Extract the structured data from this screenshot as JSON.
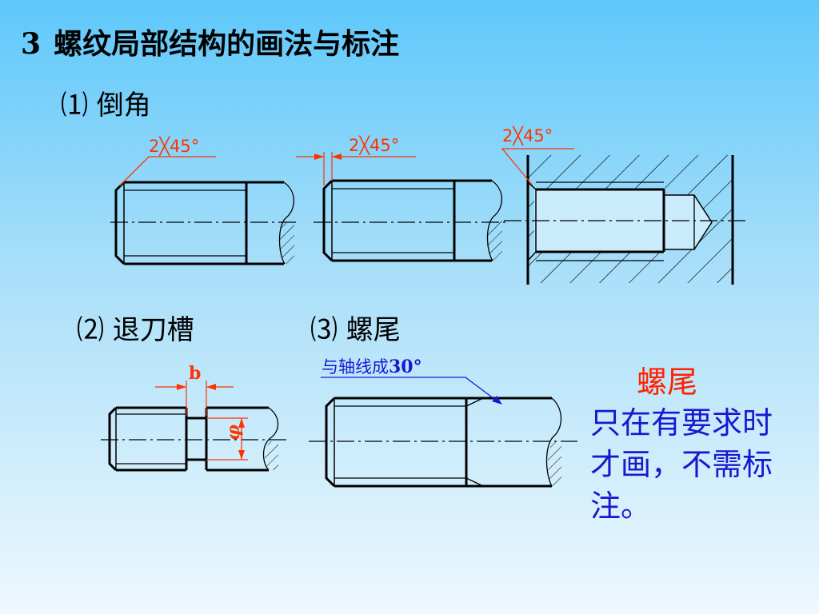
{
  "title": {
    "number": "3",
    "text": "螺纹局部结构的画法与标注"
  },
  "sections": {
    "chamfer": {
      "label": "⑴ 倒角"
    },
    "undercut": {
      "label": "⑵ 退刀槽"
    },
    "runout": {
      "label": "⑶ 螺尾"
    }
  },
  "annotations": {
    "chamfer_1": "2╳45°",
    "chamfer_2": "2╳45°",
    "chamfer_3": "2╳45°",
    "groove_width": "b",
    "groove_diameter": "φ",
    "runout_angle_text": "与轴线成",
    "runout_angle_value": "30°"
  },
  "side_note": {
    "heading": "螺尾",
    "body": "只在有要求时才画，不需标注。"
  },
  "colors": {
    "background_top": "#5ec8fb",
    "background_bottom": "#eef8fe",
    "dimension_red": "#ff3300",
    "note_blue": "#1818d0",
    "line_black": "#000000"
  }
}
